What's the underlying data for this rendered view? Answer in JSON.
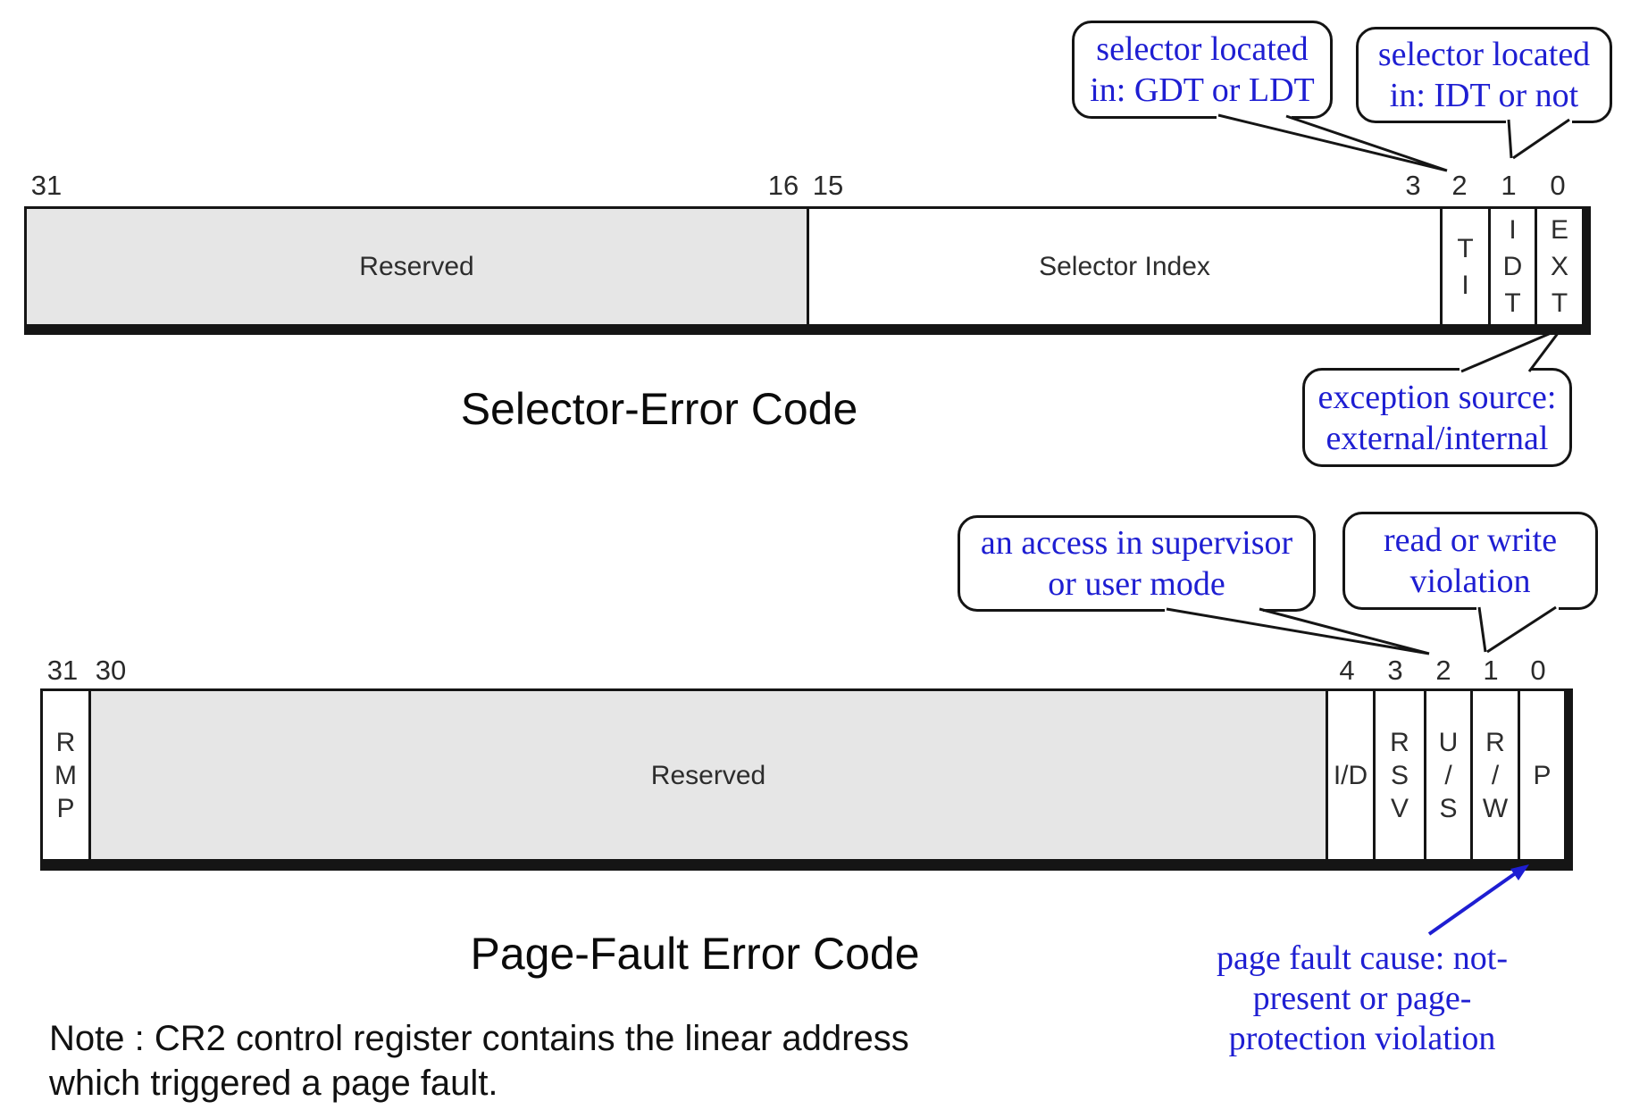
{
  "colors": {
    "callout_blue": "#1e1ed2",
    "line_black": "#151515",
    "reserved_gray": "#e6e6e6"
  },
  "selector_error": {
    "title": "Selector-Error Code",
    "bit_labels": [
      "31",
      "16",
      "15",
      "3",
      "2",
      "1",
      "0"
    ],
    "fields": {
      "reserved": "Reserved",
      "selector_index": "Selector Index",
      "ti": "T\nI",
      "idt": "I\nD\nT",
      "ext": "E\nX\nT"
    },
    "callouts": {
      "ti": "selector located\nin: GDT or LDT",
      "idt": "selector located\nin: IDT or not",
      "ext": "exception source:\nexternal/internal"
    }
  },
  "page_fault": {
    "title": "Page-Fault Error Code",
    "bit_labels": [
      "31",
      "30",
      "4",
      "3",
      "2",
      "1",
      "0"
    ],
    "fields": {
      "rmp": "R\nM\nP",
      "reserved": "Reserved",
      "id": "I/D",
      "rsv": "R\nS\nV",
      "us": "U\n/\nS",
      "rw": "R\n/\nW",
      "p": "P"
    },
    "callouts": {
      "us": "an access in supervisor\nor user mode",
      "rw": "read or write\nviolation",
      "p": "page fault cause:  not-\npresent or page-\nprotection violation"
    }
  },
  "note": "Note :  CR2 control register contains the linear address\nwhich triggered a page fault."
}
